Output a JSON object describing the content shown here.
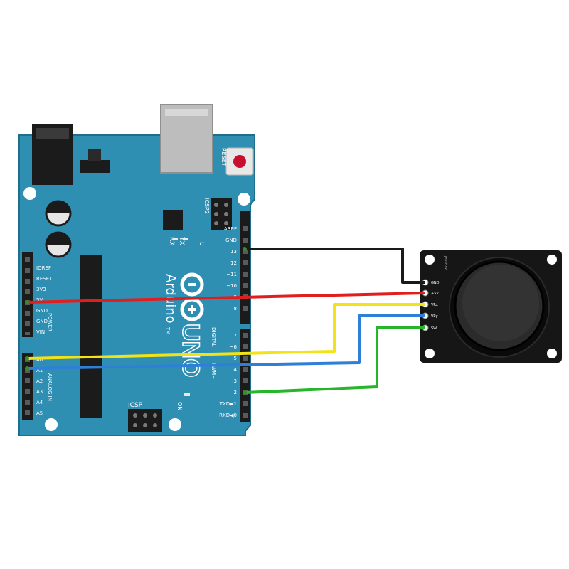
{
  "arduino": {
    "reset_label": "RESET",
    "icsp2_label": "ICSP2",
    "tx_label": "TX",
    "rx_label": "RX",
    "l_label": "L",
    "brand": "Arduino",
    "tm": "TM",
    "model": "UNO",
    "on_label": "ON",
    "icsp_label": "ICSP",
    "digital_label": "DIGITAL",
    "pwm_label": "PWM~",
    "power_label": "POWER",
    "analog_label": "ANALOG IN",
    "left_pins": [
      "IOREF",
      "RESET",
      "3V3",
      "5V",
      "GND",
      "GND",
      "VIN"
    ],
    "analog_pins": [
      "A0",
      "A1",
      "A2",
      "A3",
      "A4",
      "A5"
    ],
    "right_pins_top": [
      "AREF",
      "GND",
      "13",
      "12",
      "~11",
      "~10",
      "~9",
      "8"
    ],
    "right_pins_bottom": [
      "7",
      "~6",
      "~5",
      "4",
      "~3",
      "2",
      "TXD▶1",
      "RXD◀0"
    ]
  },
  "joystick": {
    "header_label": "Joystick",
    "pins": [
      "GND",
      "+5V",
      "VRx",
      "VRy",
      "SW"
    ]
  },
  "colors": {
    "board": "#2f8fb3",
    "board_edge": "#1f6f8c",
    "gnd_wire": "#1a1a1a",
    "vcc_wire": "#e01e1e",
    "vrx_wire": "#f2e21a",
    "vry_wire": "#2f7fd8",
    "sw_wire": "#27b52a"
  }
}
